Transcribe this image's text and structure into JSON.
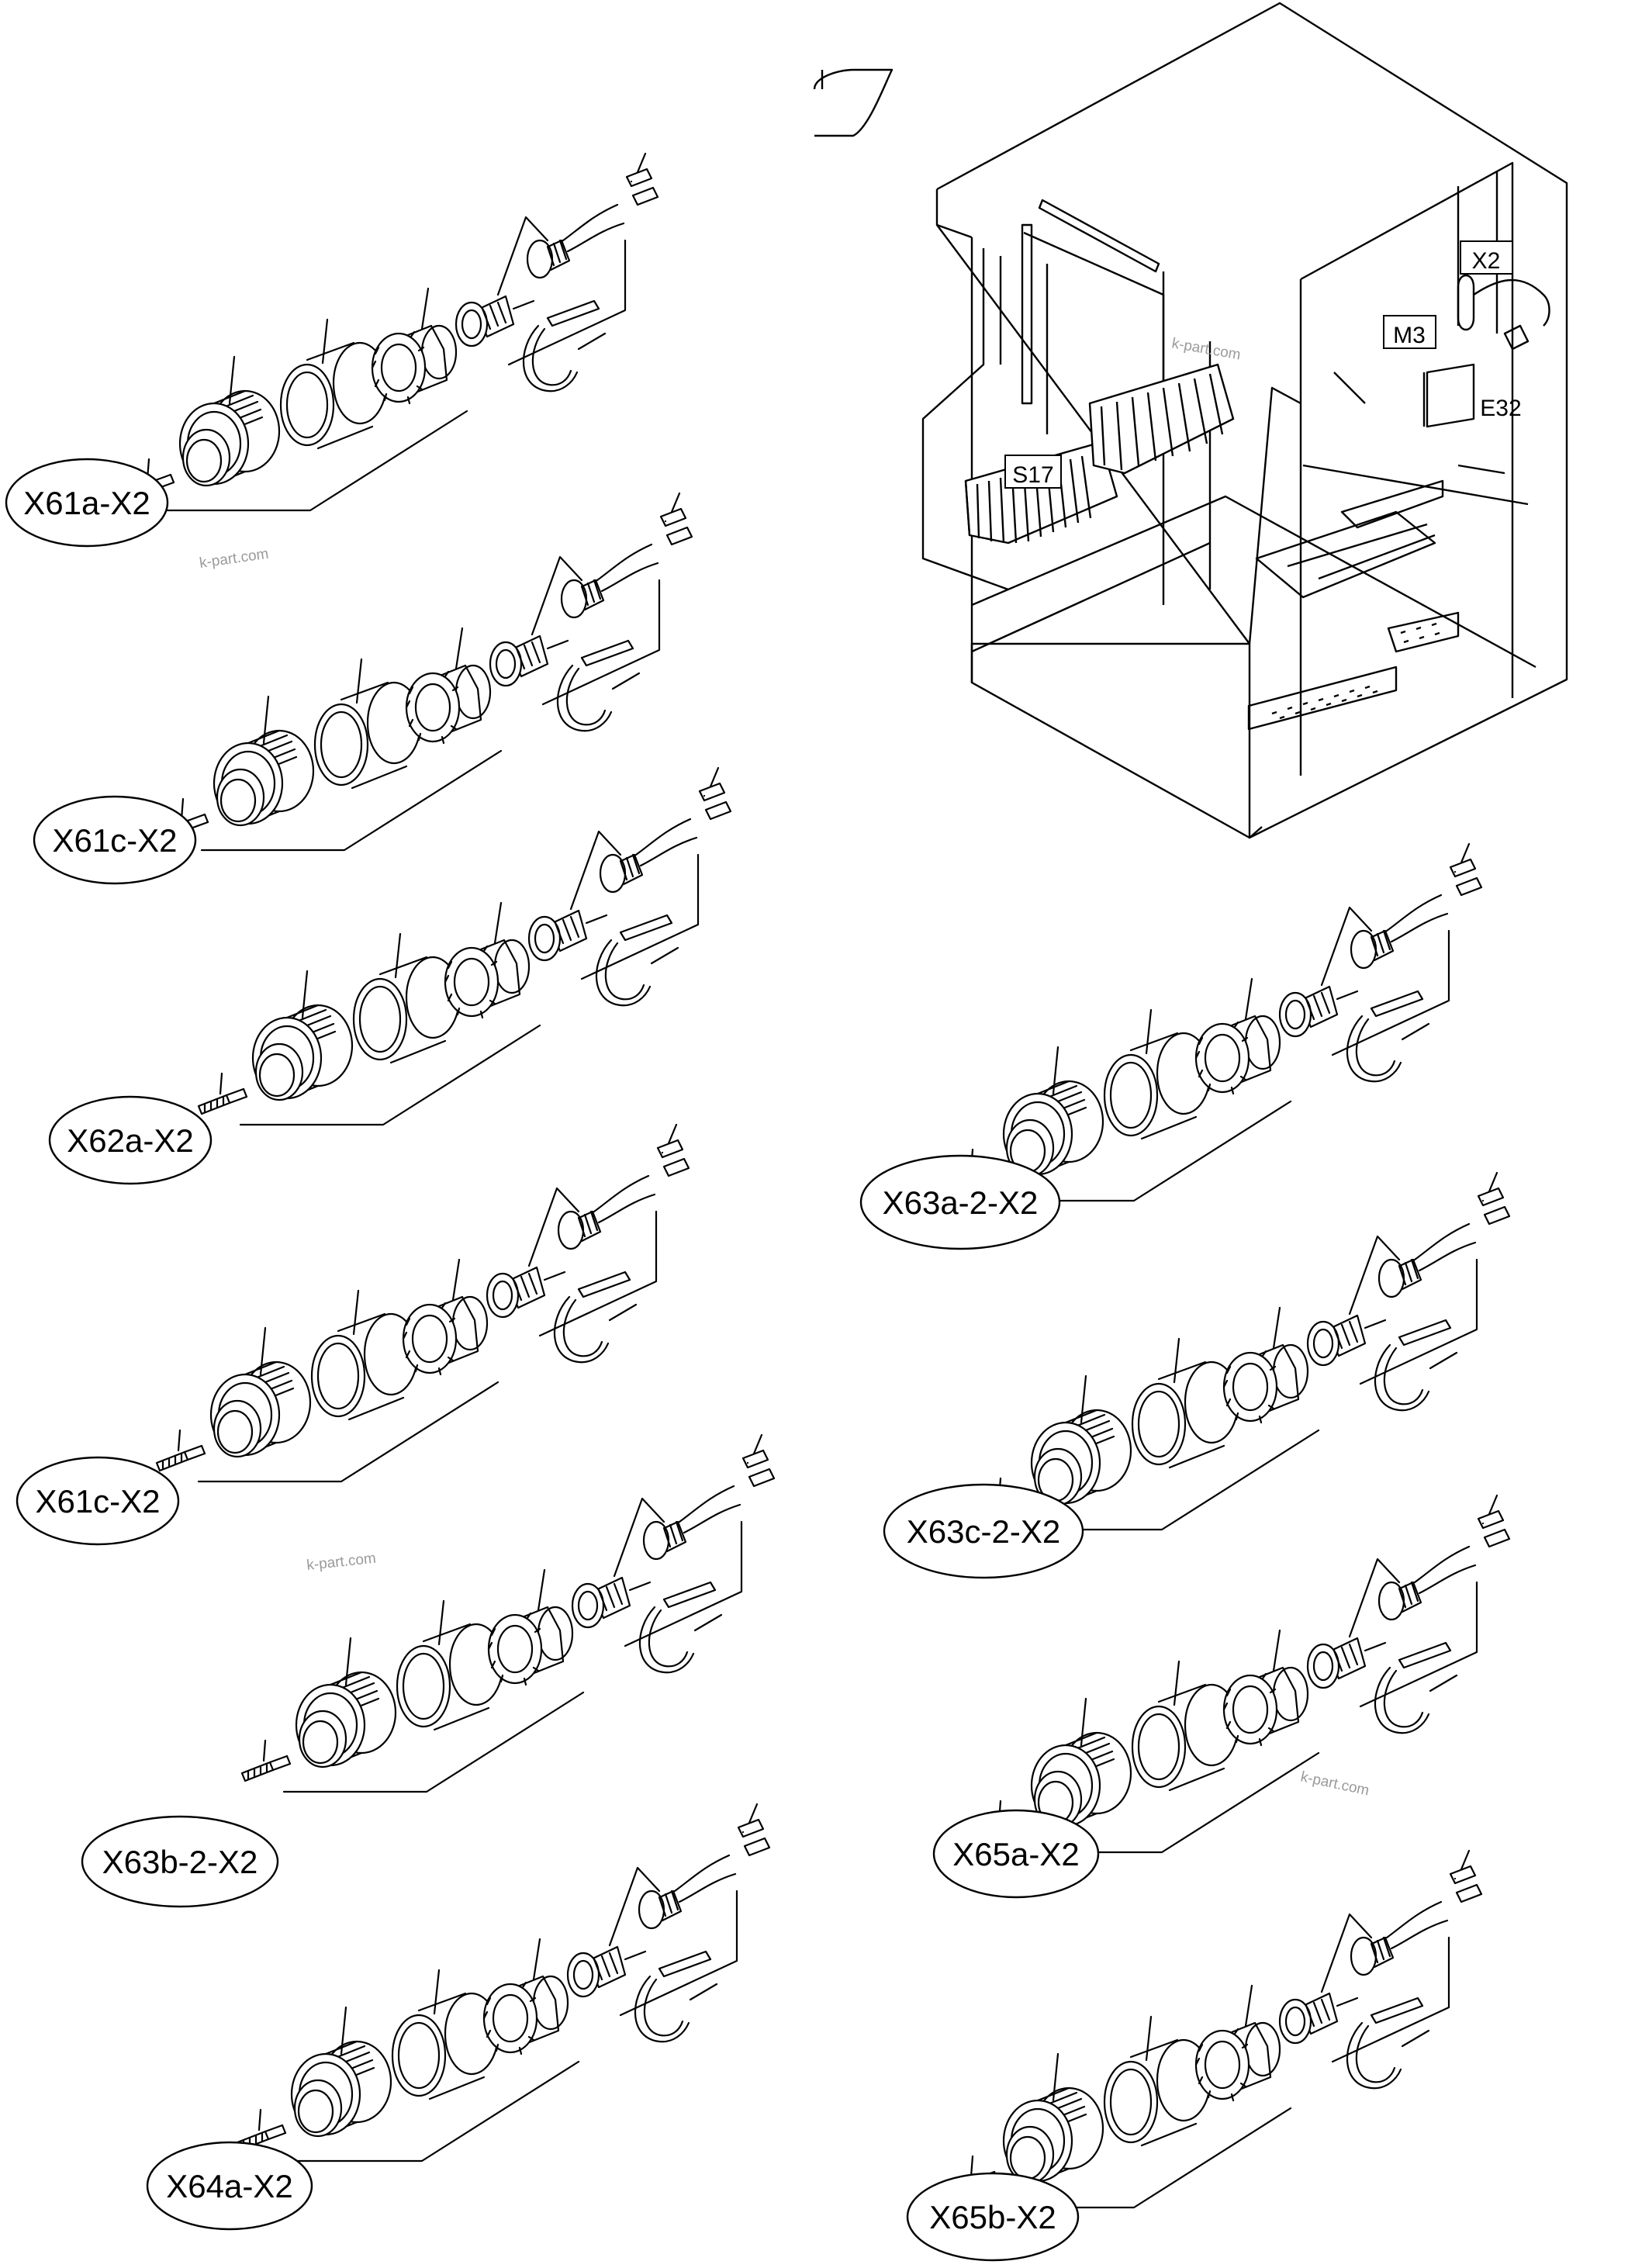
{
  "watermarks": [
    "k-part.com",
    "k-part.com",
    "k-part.com",
    "k-part.com"
  ],
  "cabinet": {
    "labels": {
      "x2": "X2",
      "m3": "M3",
      "e32": "E32",
      "s17": "S17"
    }
  },
  "assemblies": [
    {
      "label": "X61a-X2"
    },
    {
      "label": "X61c-X2"
    },
    {
      "label": "X62a-X2"
    },
    {
      "label": "X61c-X2"
    },
    {
      "label": "X63b-2-X2"
    },
    {
      "label": "X64a-X2"
    },
    {
      "label": "X63a-2-X2"
    },
    {
      "label": "X63c-2-X2"
    },
    {
      "label": "X65a-X2"
    },
    {
      "label": "X65b-X2"
    }
  ]
}
